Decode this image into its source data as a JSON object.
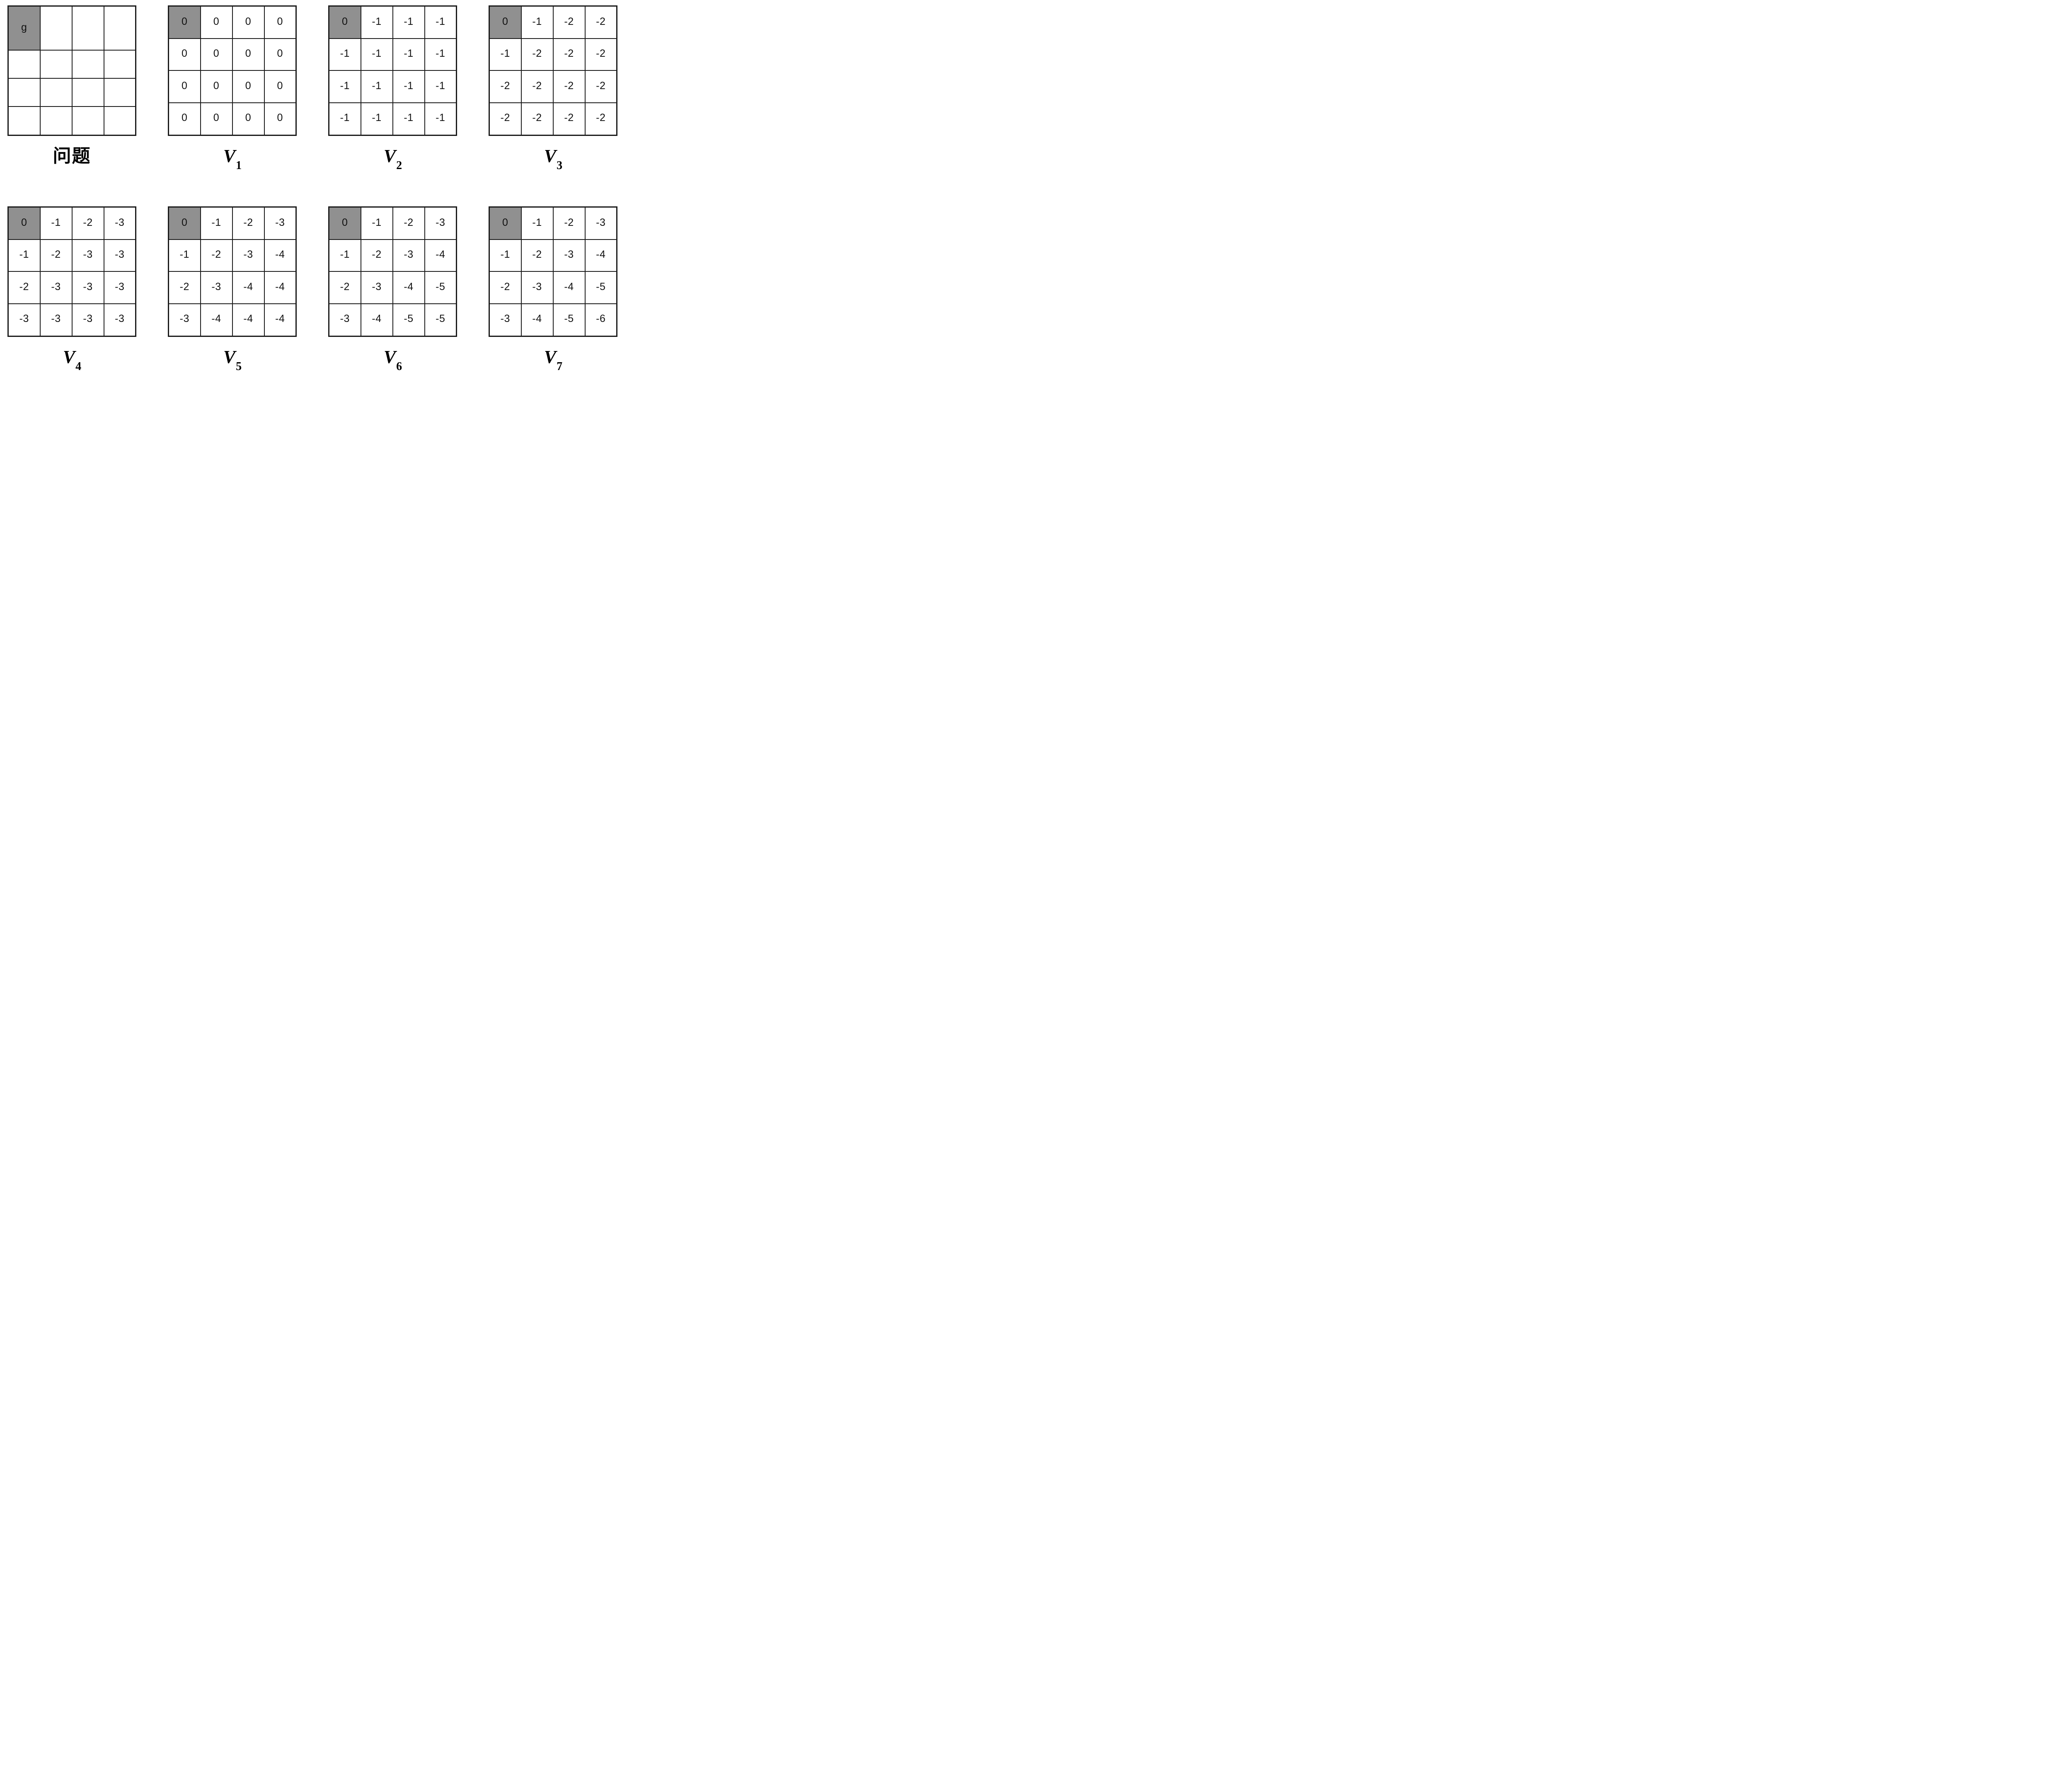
{
  "figure": {
    "description_visible_text_only": true,
    "goal_cell": {
      "row": 0,
      "col": 0,
      "bg": "#909090"
    },
    "colors": {
      "grid_border": "#1a1a1a",
      "cell_background": "#ffffff",
      "goal_cell_background": "#909090",
      "text": "#111111"
    },
    "panels": [
      {
        "name": "problem",
        "label": "问题",
        "cells": [
          [
            "g",
            "",
            "",
            ""
          ],
          [
            "",
            "",
            "",
            ""
          ],
          [
            "",
            "",
            "",
            ""
          ],
          [
            "",
            "",
            "",
            ""
          ]
        ]
      },
      {
        "name": "v1",
        "label_base": "V",
        "label_sub": "1",
        "cells": [
          [
            "0",
            "0",
            "0",
            "0"
          ],
          [
            "0",
            "0",
            "0",
            "0"
          ],
          [
            "0",
            "0",
            "0",
            "0"
          ],
          [
            "0",
            "0",
            "0",
            "0"
          ]
        ]
      },
      {
        "name": "v2",
        "label_base": "V",
        "label_sub": "2",
        "cells": [
          [
            "0",
            "-1",
            "-1",
            "-1"
          ],
          [
            "-1",
            "-1",
            "-1",
            "-1"
          ],
          [
            "-1",
            "-1",
            "-1",
            "-1"
          ],
          [
            "-1",
            "-1",
            "-1",
            "-1"
          ]
        ]
      },
      {
        "name": "v3",
        "label_base": "V",
        "label_sub": "3",
        "cells": [
          [
            "0",
            "-1",
            "-2",
            "-2"
          ],
          [
            "-1",
            "-2",
            "-2",
            "-2"
          ],
          [
            "-2",
            "-2",
            "-2",
            "-2"
          ],
          [
            "-2",
            "-2",
            "-2",
            "-2"
          ]
        ]
      },
      {
        "name": "v4",
        "label_base": "V",
        "label_sub": "4",
        "cells": [
          [
            "0",
            "-1",
            "-2",
            "-3"
          ],
          [
            "-1",
            "-2",
            "-3",
            "-3"
          ],
          [
            "-2",
            "-3",
            "-3",
            "-3"
          ],
          [
            "-3",
            "-3",
            "-3",
            "-3"
          ]
        ]
      },
      {
        "name": "v5",
        "label_base": "V",
        "label_sub": "5",
        "cells": [
          [
            "0",
            "-1",
            "-2",
            "-3"
          ],
          [
            "-1",
            "-2",
            "-3",
            "-4"
          ],
          [
            "-2",
            "-3",
            "-4",
            "-4"
          ],
          [
            "-3",
            "-4",
            "-4",
            "-4"
          ]
        ]
      },
      {
        "name": "v6",
        "label_base": "V",
        "label_sub": "6",
        "cells": [
          [
            "0",
            "-1",
            "-2",
            "-3"
          ],
          [
            "-1",
            "-2",
            "-3",
            "-4"
          ],
          [
            "-2",
            "-3",
            "-4",
            "-5"
          ],
          [
            "-3",
            "-4",
            "-5",
            "-5"
          ]
        ]
      },
      {
        "name": "v7",
        "label_base": "V",
        "label_sub": "7",
        "cells": [
          [
            "0",
            "-1",
            "-2",
            "-3"
          ],
          [
            "-1",
            "-2",
            "-3",
            "-4"
          ],
          [
            "-2",
            "-3",
            "-4",
            "-5"
          ],
          [
            "-3",
            "-4",
            "-5",
            "-6"
          ]
        ]
      }
    ]
  }
}
